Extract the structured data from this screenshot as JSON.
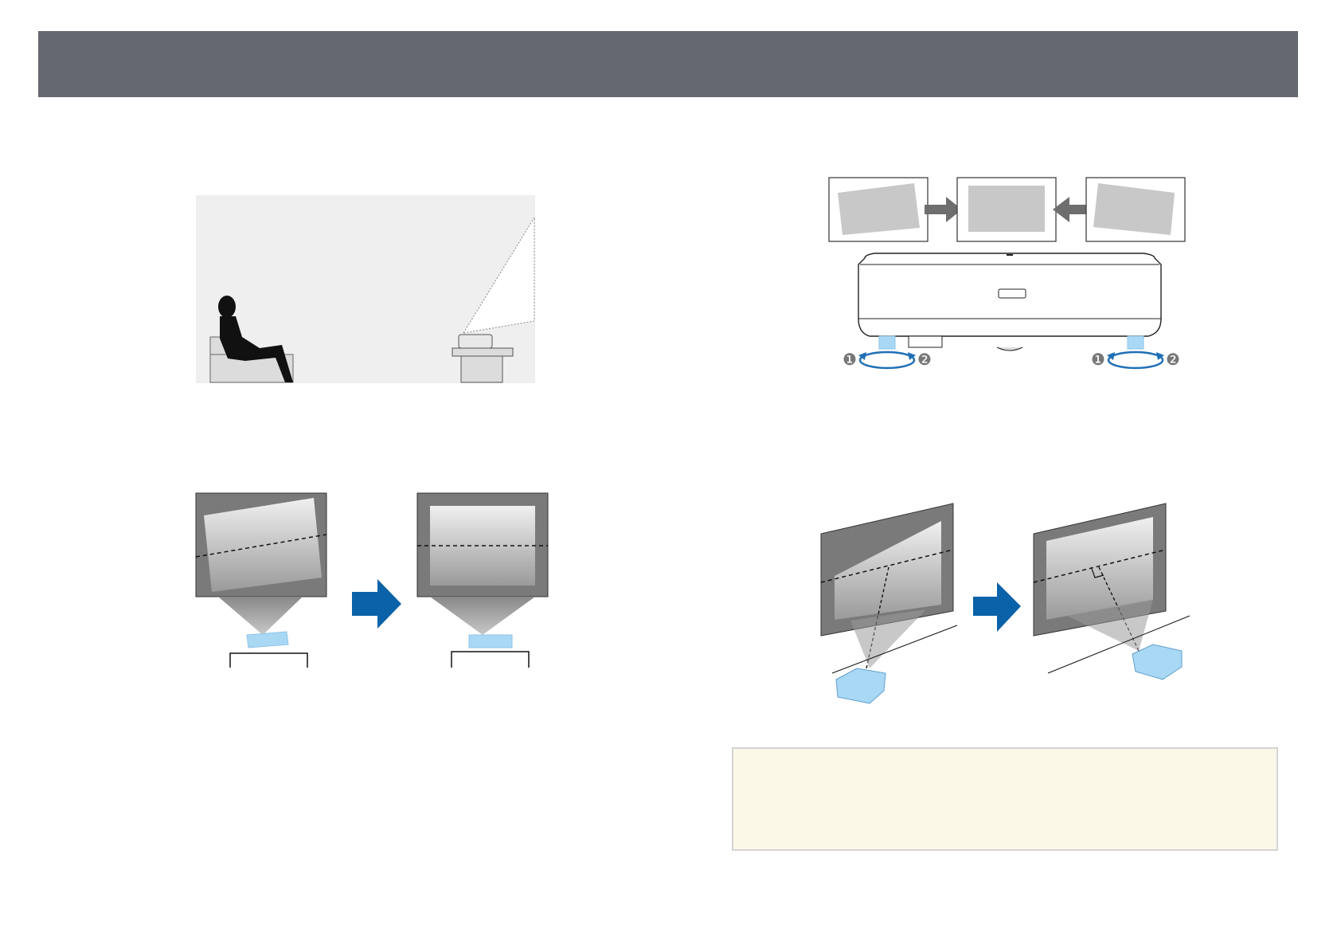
{
  "page": {
    "header": {
      "text": ""
    },
    "note": {
      "text": ""
    }
  },
  "figures": {
    "viewing_position": {
      "icon": "seated-viewer-and-projector"
    },
    "horizontal_level": {
      "icon": "tilted-to-level-image"
    },
    "foot_adjustment": {
      "markers": [
        {
          "left": "❶",
          "right": "❷"
        },
        {
          "left": "❶",
          "right": "❷"
        }
      ]
    },
    "perpendicular": {
      "icon": "angled-to-perpendicular-projection"
    }
  },
  "colors": {
    "header": "#666870",
    "arrow_blue": "#0a62a8",
    "projector_blue": "#a9d8f5",
    "screen_gray": "#777777",
    "note_bg": "#fcf8e8"
  }
}
